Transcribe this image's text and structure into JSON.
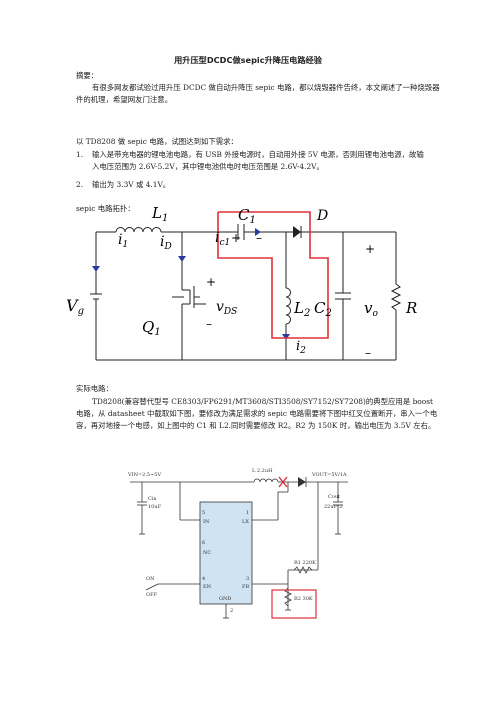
{
  "title": "用升压型DCDC做sepic升降压电路经验",
  "abstract_label": "摘要：",
  "abstract_text": "有很多网友都试验过用升压 DCDC 做自动升降压 sepic 电路，都以烧毁器件告终，本文阐述了一种烧毁器件的机理，希望网友门注意。",
  "intro_line": "以 TD8208 做 sepic 电路，试图达到如下需求：",
  "requirements": [
    {
      "num": "1.",
      "text": "输入是带充电器的锂电池电路，有 USB 外接电源时，自动用外接 5V 电源，否则用锂电池电源，故输入电压范围为 2.6V-5.2V，其中锂电池供电时电压范围是 2.6V-4.2V。"
    },
    {
      "num": "2.",
      "text": "输出为 3.3V 或 4.1V。"
    }
  ],
  "topology_label": "sepic 电路拓扑：",
  "sepic_diagram": {
    "L1": "L",
    "L1_sub": "1",
    "C1": "C",
    "C1_sub": "1",
    "D": "D",
    "i1": "i",
    "i1_sub": "1",
    "ic1": "i",
    "ic1_sub": "c1",
    "iD": "i",
    "iD_sub": "D",
    "Vg": "V",
    "Vg_sub": "g",
    "Q1": "Q",
    "Q1_sub": "1",
    "vDS": "v",
    "vDS_sub": "DS",
    "L2": "L",
    "L2_sub": "2",
    "i2": "i",
    "i2_sub": "2",
    "C2": "C",
    "C2_sub": "2",
    "vo": "v",
    "vo_sub": "o",
    "R": "R",
    "plus": "+",
    "minus": "–"
  },
  "actual_label": "实际电路：",
  "actual_text": "TD8208(兼容替代型号 CE8303/FP6291/MT3608/STI3508/SY7152/SY7208)的典型应用是 boost 电路，从 datasheet 中截取如下图，要修改为满足需求的 sepic 电路需要将下图中红叉位置断开，串入一个电容，再对地接一个电感，如上图中的 C1 和 L2.同时需要修改 R2。R2 为 150K 时，输出电压为 3.5V 左右。",
  "schematic": {
    "vin": "VIN=2.5~5V",
    "inductor": "L 2.2uH",
    "vout": "VOUT=5V/1A",
    "cin_name": "Cin",
    "cin_val": "10uF",
    "cout_name": "Cout",
    "cout_val": "22uF*2",
    "pins": [
      {
        "num": "5",
        "name": "IN"
      },
      {
        "num": "6",
        "name": "NC"
      },
      {
        "num": "4",
        "name": "EN"
      },
      {
        "num": "1",
        "name": "LX"
      },
      {
        "num": "3",
        "name": "FB"
      },
      {
        "num": "2",
        "name": "GND"
      }
    ],
    "on": "ON",
    "off": "OFF",
    "r1": "R1 220K",
    "r2": "R2 30K"
  },
  "colors": {
    "highlight": "#e0303a",
    "line": "#222222",
    "ic_fill": "#cfe3f2",
    "arrow": "#2b3aa0"
  }
}
